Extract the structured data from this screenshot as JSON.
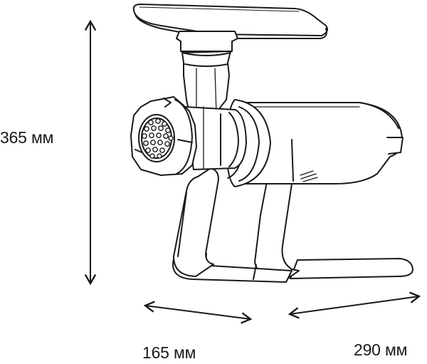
{
  "dimensions": {
    "height": "365 мм",
    "depth": "165 мм",
    "width": "290 мм"
  },
  "colors": {
    "line": "#1a1a1a",
    "fill": "#ffffff",
    "shade": "#f3f3f3"
  }
}
